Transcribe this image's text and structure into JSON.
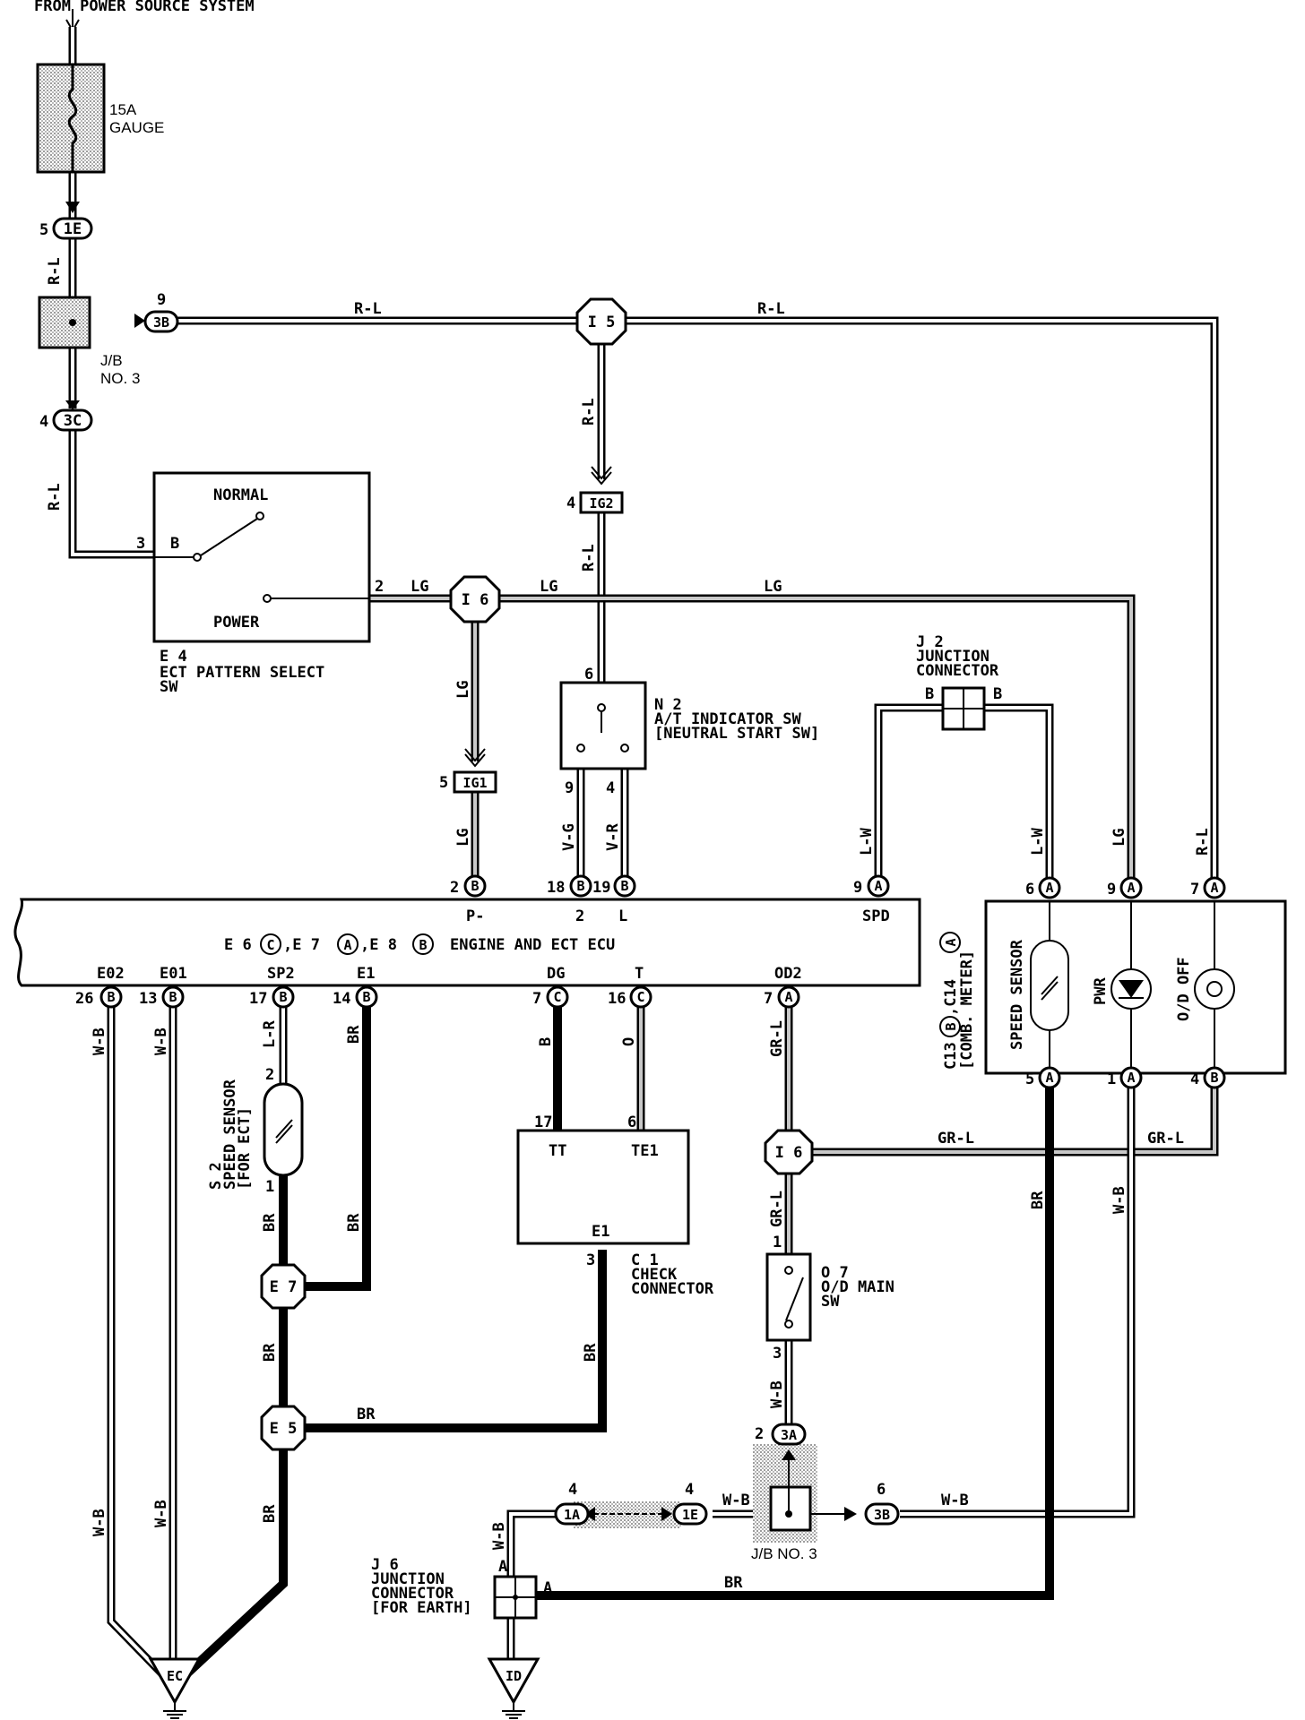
{
  "header": "FROM POWER SOURCE SYSTEM",
  "fuse": {
    "rating": "15A",
    "name": "GAUGE"
  },
  "jb3": {
    "label1": "J/B",
    "label2": "NO. 3",
    "label_bottom": "J/B NO. 3"
  },
  "connectors": {
    "c1E_top": "1E",
    "c3B_top": "3B",
    "c3C": "3C",
    "IG2": "IG2",
    "IG1": "IG1",
    "c3A": "3A",
    "c1A": "1A",
    "c1E_bot": "1E",
    "c3B_bot": "3B",
    "I5_top": "I 5",
    "I6_mid": "I 6",
    "I6_bot": "I 6",
    "E7": "E 7",
    "E5": "E 5",
    "EC": "EC",
    "ID": "ID"
  },
  "pins": {
    "p5": "5",
    "p9": "9",
    "p4": "4",
    "p3": "3",
    "p2": "2",
    "p4ig2": "4",
    "p6n2": "6",
    "p9n2": "9",
    "p4n2": "4",
    "p5ig1": "5",
    "ecu_p2": "2",
    "ecu_p18": "18",
    "ecu_p19": "19",
    "ecu_p9": "9",
    "m_p6": "6",
    "m_p9": "9",
    "m_p7": "7",
    "ecu_p26": "26",
    "ecu_p13": "13",
    "ecu_p17": "17",
    "ecu_p14": "14",
    "ecu_p7": "7",
    "ecu_p16": "16",
    "ecu_p7od": "7",
    "m_p5": "5",
    "m_p1": "1",
    "m_p4": "4",
    "s2_p2": "2",
    "s2_p1": "1",
    "c1_p17": "17",
    "c1_p6": "6",
    "c1_p3": "3",
    "o7_p1": "1",
    "o7_p3": "3",
    "p2_3a": "2",
    "p4_1a": "4",
    "p4_1e": "4",
    "p6_3b": "6",
    "j6_A_left": "A",
    "j6_A_right": "A",
    "j2_B_left": "B",
    "j2_B_right": "B"
  },
  "wires": {
    "RL": "R-L",
    "LG": "LG",
    "VG": "V-G",
    "VR": "V-R",
    "LW": "L-W",
    "WB": "W-B",
    "LR": "L-R",
    "BR": "BR",
    "B": "B",
    "O": "O",
    "GRL": "GR-L"
  },
  "e4": {
    "normal": "NORMAL",
    "power": "POWER",
    "pin_b": "B",
    "id": "E 4",
    "name1": "ECT PATTERN SELECT",
    "name2": "SW"
  },
  "n2": {
    "id": "N 2",
    "name1": "A/T INDICATOR SW",
    "name2": "[NEUTRAL START SW]"
  },
  "j2": {
    "id": "J 2",
    "name1": "JUNCTION",
    "name2": "CONNECTOR"
  },
  "ecu": {
    "title_e6": "E 6",
    "title_e7": ",E 7",
    "title_e8": ",E 8",
    "title_rest": "ENGINE AND ECT ECU",
    "sub_c": "C",
    "sub_a": "A",
    "sub_b": "B",
    "term_p": "P-",
    "term_2": "2",
    "term_l": "L",
    "term_spd": "SPD",
    "term_e02": "E02",
    "term_e01": "E01",
    "term_sp2": "SP2",
    "term_e1": "E1",
    "term_dg": "DG",
    "term_t": "T",
    "term_od2": "OD2"
  },
  "meter": {
    "speed_sensor": "SPEED SENSOR",
    "pwr": "PWR",
    "od_off": "O/D OFF",
    "id": "C13",
    "id2": ",C14",
    "name": "[COMB. METER]"
  },
  "s2": {
    "id": "S 2",
    "name1": "SPEED SENSOR",
    "name2": "[FOR ECT]"
  },
  "c1": {
    "tt": "TT",
    "te1": "TE1",
    "e1": "E1",
    "id": "C 1",
    "name1": "CHECK",
    "name2": "CONNECTOR"
  },
  "o7": {
    "id": "O 7",
    "name1": "O/D MAIN",
    "name2": "SW"
  },
  "j6": {
    "id": "J 6",
    "name1": "JUNCTION",
    "name2": "CONNECTOR",
    "name3": "[FOR EARTH]"
  },
  "colors": {
    "ink": "#000000",
    "shade": "#c8c8c8",
    "paper": "#ffffff"
  }
}
